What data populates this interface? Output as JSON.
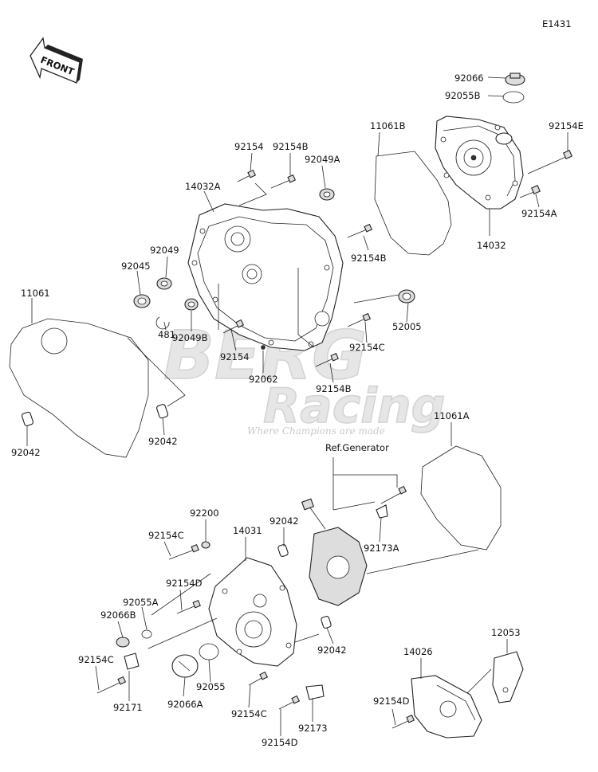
{
  "diagram_code": "E1431",
  "front_arrow_text": "FRONT",
  "watermark": {
    "brand_line1": "BERG",
    "brand_line2": "Racing",
    "tagline": "Where Champions are made"
  },
  "ref_label": "Ref.Generator",
  "part_labels": {
    "p92066_top": "92066",
    "p92055B": "92055B",
    "p11061B": "11061B",
    "p92154E": "92154E",
    "p92154_top": "92154",
    "p92154B_top": "92154B",
    "p92049A": "92049A",
    "p14032A": "14032A",
    "p92154A": "92154A",
    "p14032": "14032",
    "p92154B_mid": "92154B",
    "p92049": "92049",
    "p92045": "92045",
    "p11061": "11061",
    "p52005": "52005",
    "p92049B": "92049B",
    "p481": "481",
    "p92154_mid": "92154",
    "p92154C_top": "92154C",
    "p92062": "92062",
    "p92154B_bot": "92154B",
    "p92042_left": "92042",
    "p92042_mid": "92042",
    "p11061A": "11061A",
    "p92200": "92200",
    "p92042_gen": "92042",
    "p92154C_gen": "92154C",
    "p14031": "14031",
    "p92173A": "92173A",
    "p92154D_gen": "92154D",
    "p92055A": "92055A",
    "p92066B": "92066B",
    "p92042_low": "92042",
    "p12053": "12053",
    "p92154C_low": "92154C",
    "p14026": "14026",
    "p92055": "92055",
    "p92171": "92171",
    "p92066A": "92066A",
    "p92154C_bot": "92154C",
    "p92173": "92173",
    "p92154D_right": "92154D",
    "p92154D_bot": "92154D"
  }
}
